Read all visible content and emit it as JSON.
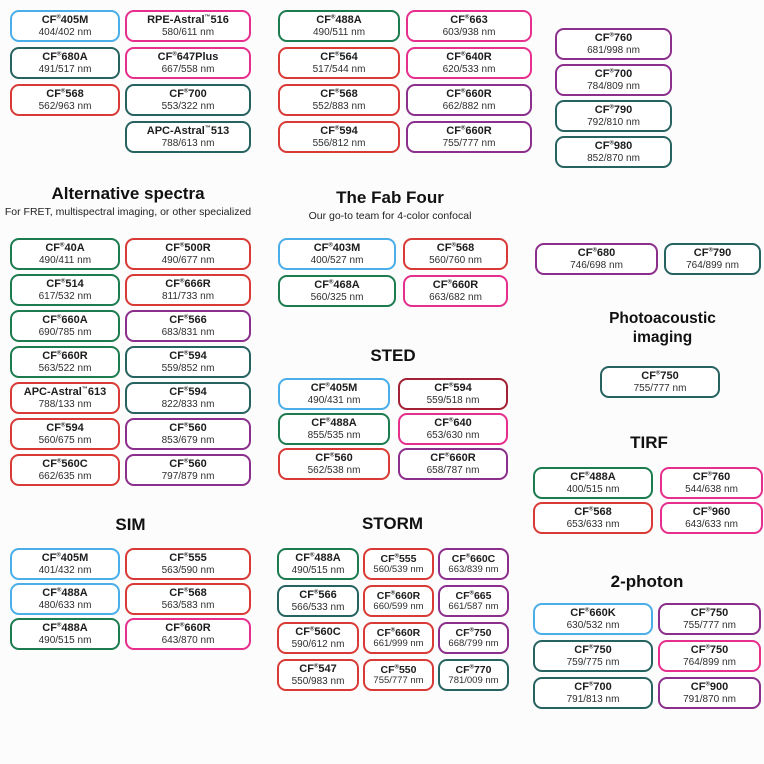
{
  "colors": {
    "blue": "#4AAEE8",
    "green": "#1C7C4F",
    "teal": "#266360",
    "red": "#D93A35",
    "dark_red": "#A22134",
    "pink": "#E62E8D",
    "purple": "#8C2E8C"
  },
  "top_group": {
    "col1": [
      {
        "name": "CF®405M",
        "ex_em": "404/402 nm",
        "color": "blue"
      },
      {
        "name": "CF®680A",
        "ex_em": "491/517 nm",
        "color": "teal"
      },
      {
        "name": "CF®568",
        "ex_em": "562/963 nm",
        "color": "red"
      }
    ],
    "col2": [
      {
        "name": "RPE-Astral™516",
        "ex_em": "580/611 nm",
        "color": "pink"
      },
      {
        "name": "CF®647Plus",
        "ex_em": "667/558 nm",
        "color": "pink"
      },
      {
        "name": "CF®700",
        "ex_em": "553/322 nm",
        "color": "teal"
      },
      {
        "name": "APC-Astral™513",
        "ex_em": "788/613 nm",
        "color": "teal"
      }
    ],
    "col3": [
      {
        "name": "CF®488A",
        "ex_em": "490/511 nm",
        "color": "green"
      },
      {
        "name": "CF®564",
        "ex_em": "517/544 nm",
        "color": "red"
      },
      {
        "name": "CF®568",
        "ex_em": "552/883 nm",
        "color": "red"
      },
      {
        "name": "CF®594",
        "ex_em": "556/812 nm",
        "color": "red"
      }
    ],
    "col4": [
      {
        "name": "CF®663",
        "ex_em": "603/938 nm",
        "color": "pink"
      },
      {
        "name": "CF®640R",
        "ex_em": "620/533 nm",
        "color": "pink"
      },
      {
        "name": "CF®660R",
        "ex_em": "662/882 nm",
        "color": "purple"
      },
      {
        "name": "CF®660R",
        "ex_em": "755/777 nm",
        "color": "purple"
      }
    ],
    "col5": [
      {
        "name": "CF®760",
        "ex_em": "681/998 nm",
        "color": "purple"
      },
      {
        "name": "CF®700",
        "ex_em": "784/809 nm",
        "color": "purple"
      },
      {
        "name": "CF®790",
        "ex_em": "792/810 nm",
        "color": "teal"
      },
      {
        "name": "CF®980",
        "ex_em": "852/870 nm",
        "color": "teal"
      }
    ]
  },
  "alternative_spectra": {
    "title": "Alternative spectra",
    "subtitle": "For FRET, multispectral imaging, or other specialized",
    "col1": [
      {
        "name": "CF®40A",
        "ex_em": "490/411 nm",
        "color": "green"
      },
      {
        "name": "CF®514",
        "ex_em": "617/532 nm",
        "color": "green"
      },
      {
        "name": "CF®660A",
        "ex_em": "690/785 nm",
        "color": "green"
      },
      {
        "name": "CF®660R",
        "ex_em": "563/522 nm",
        "color": "green"
      },
      {
        "name": "APC-Astral™613",
        "ex_em": "788/133 nm",
        "color": "red"
      },
      {
        "name": "CF®594",
        "ex_em": "560/675 nm",
        "color": "red"
      },
      {
        "name": "CF®560C",
        "ex_em": "662/635 nm",
        "color": "red"
      }
    ],
    "col2": [
      {
        "name": "CF®500R",
        "ex_em": "490/677 nm",
        "color": "red"
      },
      {
        "name": "CF®666R",
        "ex_em": "811/733 nm",
        "color": "red"
      },
      {
        "name": "CF®566",
        "ex_em": "683/831 nm",
        "color": "purple"
      },
      {
        "name": "CF®594",
        "ex_em": "559/852 nm",
        "color": "teal"
      },
      {
        "name": "CF®594",
        "ex_em": "822/833 nm",
        "color": "teal"
      },
      {
        "name": "CF®560",
        "ex_em": "853/679 nm",
        "color": "purple"
      },
      {
        "name": "CF®560",
        "ex_em": "797/879 nm",
        "color": "purple"
      }
    ]
  },
  "fab_four": {
    "title": "The Fab Four",
    "subtitle": "Our go-to team for 4-color confocal",
    "col1": [
      {
        "name": "CF®403M",
        "ex_em": "400/527 nm",
        "color": "blue"
      },
      {
        "name": "CF®468A",
        "ex_em": "560/325 nm",
        "color": "green"
      }
    ],
    "col2": [
      {
        "name": "CF®568",
        "ex_em": "560/760 nm",
        "color": "red"
      },
      {
        "name": "CF®660R",
        "ex_em": "663/682 nm",
        "color": "pink"
      }
    ]
  },
  "sted": {
    "title": "STED",
    "col1": [
      {
        "name": "CF®405M",
        "ex_em": "490/431 nm",
        "color": "blue"
      },
      {
        "name": "CF®488A",
        "ex_em": "855/535 nm",
        "color": "green"
      },
      {
        "name": "CF®560",
        "ex_em": "562/538 nm",
        "color": "red"
      }
    ],
    "col2": [
      {
        "name": "CF®594",
        "ex_em": "559/518 nm",
        "color": "dark_red"
      },
      {
        "name": "CF®640",
        "ex_em": "653/630 nm",
        "color": "pink"
      },
      {
        "name": "CF®660R",
        "ex_em": "658/787 nm",
        "color": "purple"
      }
    ]
  },
  "right_pair": [
    {
      "name": "CF®680",
      "ex_em": "746/698 nm",
      "color": "purple"
    },
    {
      "name": "CF®790",
      "ex_em": "764/899 nm",
      "color": "teal"
    }
  ],
  "photoacoustic": {
    "title": "Photoacoustic imaging",
    "pills": [
      {
        "name": "CF®750",
        "ex_em": "755/777 nm",
        "color": "teal"
      }
    ]
  },
  "tirf": {
    "title": "TIRF",
    "col1": [
      {
        "name": "CF®488A",
        "ex_em": "400/515 nm",
        "color": "green"
      },
      {
        "name": "CF®568",
        "ex_em": "653/633 nm",
        "color": "red"
      }
    ],
    "col2": [
      {
        "name": "CF®760",
        "ex_em": "544/638 nm",
        "color": "pink"
      },
      {
        "name": "CF®960",
        "ex_em": "643/633 nm",
        "color": "pink"
      }
    ]
  },
  "sim": {
    "title": "SIM",
    "col1": [
      {
        "name": "CF®405M",
        "ex_em": "401/432 nm",
        "color": "blue"
      },
      {
        "name": "CF®488A",
        "ex_em": "480/633 nm",
        "color": "blue"
      },
      {
        "name": "CF®488A",
        "ex_em": "490/515 nm",
        "color": "green"
      }
    ],
    "col2": [
      {
        "name": "CF®555",
        "ex_em": "563/590 nm",
        "color": "red"
      },
      {
        "name": "CF®568",
        "ex_em": "563/583 nm",
        "color": "red"
      },
      {
        "name": "CF®660R",
        "ex_em": "643/870 nm",
        "color": "pink"
      }
    ]
  },
  "storm": {
    "title": "STORM",
    "col1": [
      {
        "name": "CF®488A",
        "ex_em": "490/515 nm",
        "color": "green"
      },
      {
        "name": "CF®566",
        "ex_em": "566/533 nm",
        "color": "teal"
      },
      {
        "name": "CF®560C",
        "ex_em": "590/612 nm",
        "color": "red"
      },
      {
        "name": "CF®547",
        "ex_em": "550/983 nm",
        "color": "red"
      }
    ],
    "col2": [
      {
        "name": "CF®555",
        "ex_em": "560/539 nm",
        "color": "red"
      },
      {
        "name": "CF®660R",
        "ex_em": "660/599 nm",
        "color": "red"
      },
      {
        "name": "CF®660R",
        "ex_em": "661/999 nm",
        "color": "red"
      },
      {
        "name": "CF®550",
        "ex_em": "755/777 nm",
        "color": "red"
      }
    ],
    "col3": [
      {
        "name": "CF®660C",
        "ex_em": "663/839 nm",
        "color": "purple"
      },
      {
        "name": "CF®665",
        "ex_em": "661/587 nm",
        "color": "purple"
      },
      {
        "name": "CF®750",
        "ex_em": "668/799 nm",
        "color": "purple"
      },
      {
        "name": "CF®770",
        "ex_em": "781/009 nm",
        "color": "teal"
      }
    ]
  },
  "two_photon": {
    "title": "2-photon",
    "col1": [
      {
        "name": "CF®660K",
        "ex_em": "630/532 nm",
        "color": "blue"
      },
      {
        "name": "CF®750",
        "ex_em": "759/775 nm",
        "color": "teal"
      },
      {
        "name": "CF®700",
        "ex_em": "791/813 nm",
        "color": "teal"
      }
    ],
    "col2": [
      {
        "name": "CF®750",
        "ex_em": "755/777 nm",
        "color": "purple"
      },
      {
        "name": "CF®750",
        "ex_em": "764/899 nm",
        "color": "pink"
      },
      {
        "name": "CF®900",
        "ex_em": "791/870 nm",
        "color": "purple"
      }
    ]
  }
}
